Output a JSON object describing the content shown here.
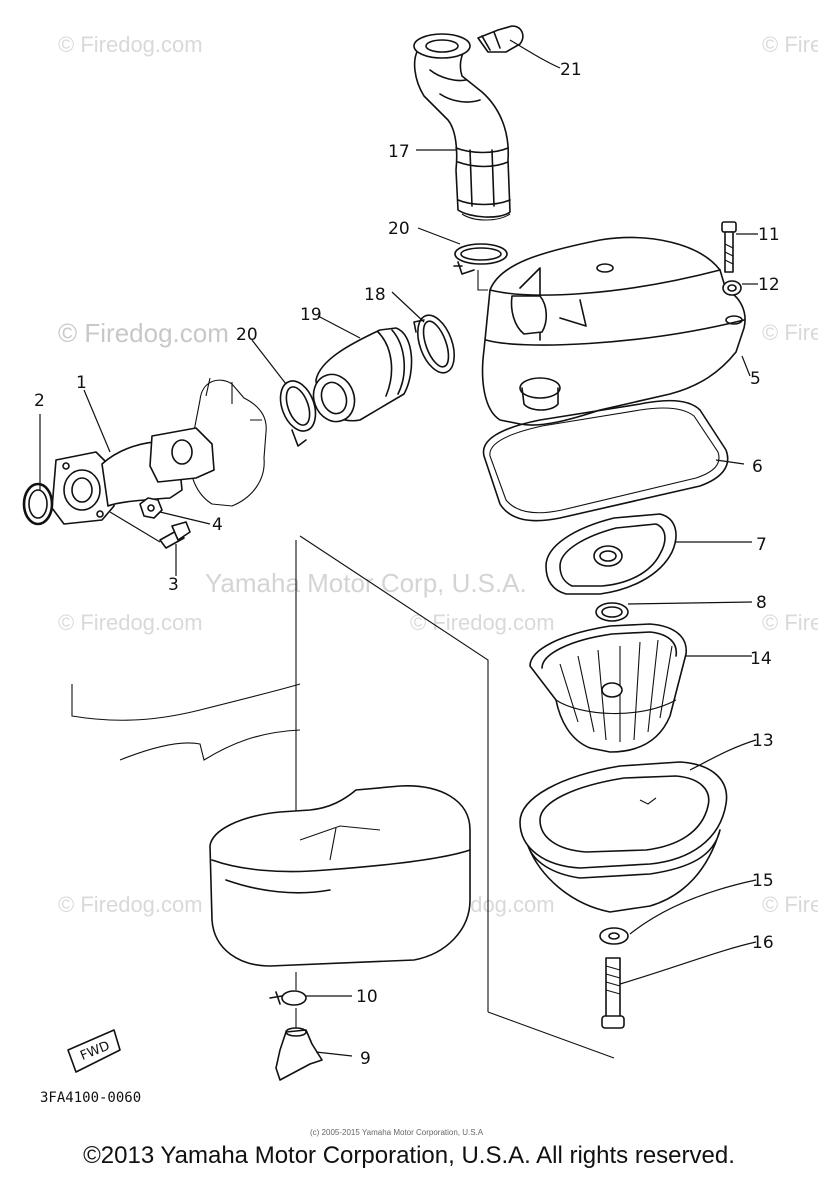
{
  "watermark": {
    "brand": "© Firedog.com",
    "brand_short": "© Firedog",
    "corporate": "Yamaha Motor Corp, U.S.A."
  },
  "diagram": {
    "drawing_code": "3FA4100-0060",
    "fwd_label": "FWD",
    "fine_print": "(c) 2005-2015 Yamaha Motor Corporation, U.S.A",
    "callouts": [
      "1",
      "2",
      "3",
      "4",
      "5",
      "6",
      "7",
      "8",
      "9",
      "10",
      "11",
      "12",
      "13",
      "14",
      "15",
      "16",
      "17",
      "18",
      "19",
      "20",
      "20",
      "21"
    ]
  },
  "footer": {
    "copyright": "©2013 Yamaha Motor Corporation, U.S.A. All rights reserved."
  }
}
